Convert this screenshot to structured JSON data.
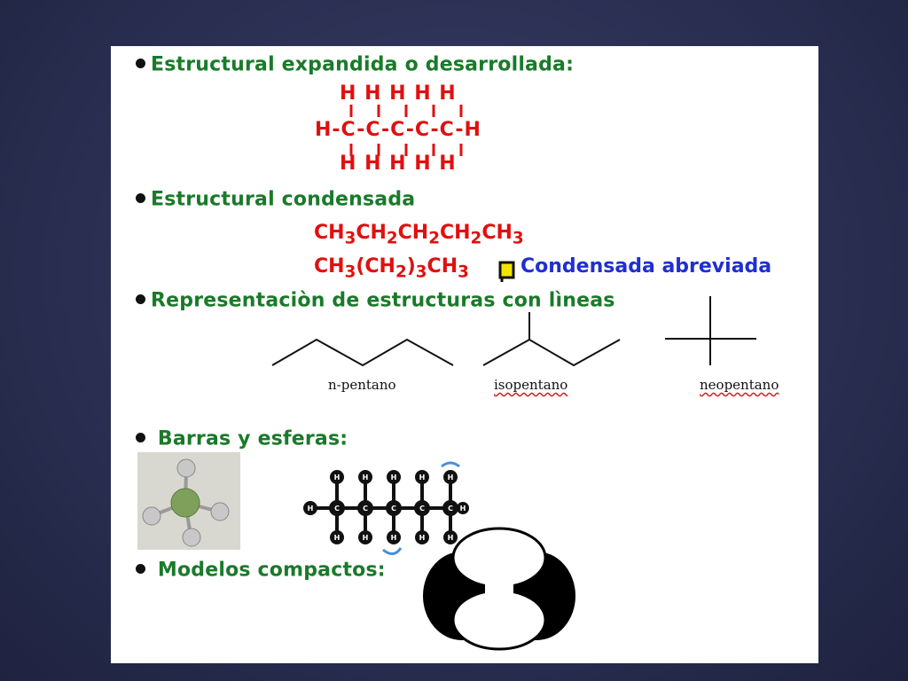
{
  "headings": {
    "expandida": "Estructural expandida o desarrollada:",
    "condensada": "Estructural condensada",
    "lineas": "Representaciòn de estructuras con lìneas",
    "barras": "Barras y esferas:",
    "compactos": "Modelos compactos:"
  },
  "expanded_formula": {
    "top_row": "H H H H H",
    "middle_row": "H-C-C-C-C-C-H",
    "bottom_row": "H H H H H"
  },
  "condensed": {
    "line1": {
      "p1": "CH",
      "s1": "3",
      "p2": "CH",
      "s2": "2",
      "p3": "CH",
      "s3": "2",
      "p4": "CH",
      "s4": "2",
      "p5": "CH",
      "s5": "3"
    },
    "line2": {
      "p1": "CH",
      "s1": "3",
      "p2": "(CH",
      "s2": "2",
      "p3": ")",
      "s3": "3",
      "p4": "CH",
      "s4": "3"
    },
    "abbrev_label": "Condensada abreviada"
  },
  "molecules": {
    "n": "n-pentano",
    "iso": "isopentano",
    "neo": "neopentano"
  },
  "ball_stick_chain": {
    "top_atoms": [
      "H",
      "H",
      "H",
      "H",
      "H"
    ],
    "middle_atoms": [
      "H",
      "C",
      "C",
      "C",
      "C",
      "C",
      "H"
    ],
    "bottom_atoms": [
      "H",
      "H",
      "H",
      "H",
      "H"
    ]
  },
  "colors": {
    "heading": "#1a7a2a",
    "formula": "#e01010",
    "abbrev": "#1f2fd0",
    "marker": "#f2e400"
  }
}
